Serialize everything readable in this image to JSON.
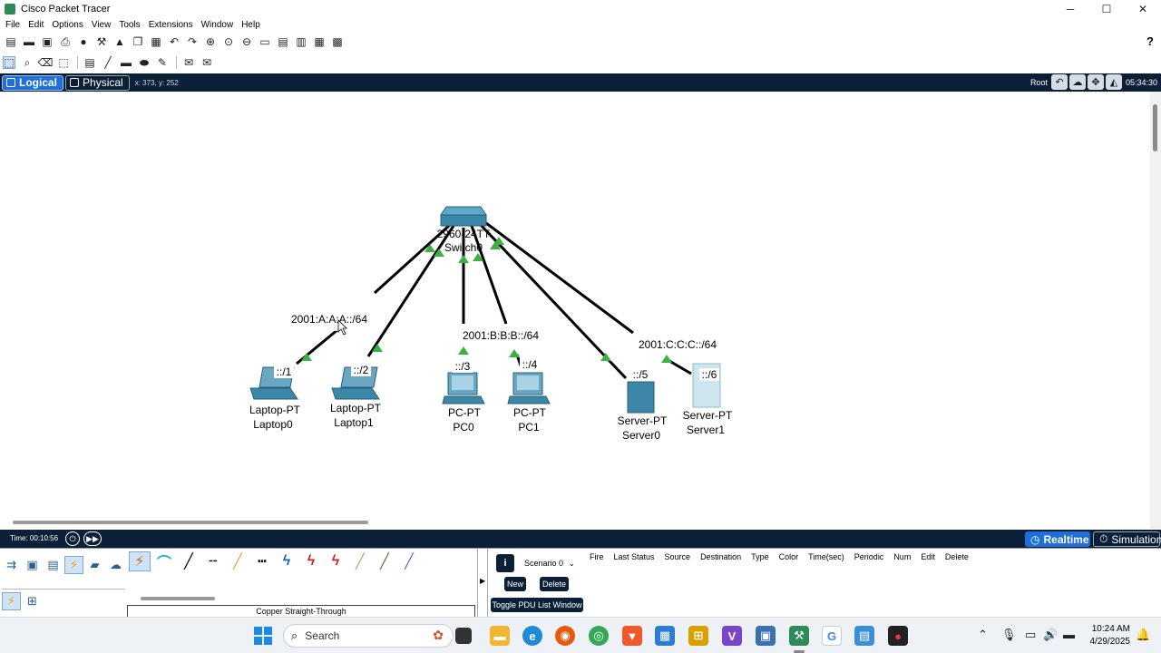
{
  "window": {
    "title": "Cisco Packet Tracer",
    "minimize": "─",
    "maximize": "☐",
    "close": "✕"
  },
  "menu": [
    "File",
    "Edit",
    "Options",
    "View",
    "Tools",
    "Extensions",
    "Window",
    "Help"
  ],
  "toolbar": {
    "main_icons": [
      "new-icon",
      "open-icon",
      "save-icon",
      "print-icon",
      "info-icon",
      "wizard-icon",
      "network-info-icon",
      "copy-icon",
      "paste-icon",
      "undo-icon",
      "redo-icon",
      "zoom-in-icon",
      "zoom-reset-icon",
      "zoom-out-icon",
      "drawing-palette-icon",
      "custom-devices-icon",
      "viewport-icon",
      "packet-filter-icon",
      "screenshot-icon"
    ],
    "help_label": "?",
    "edit_tools": [
      "select-icon",
      "inspect-icon",
      "delete-icon",
      "resize-icon",
      "note-icon",
      "line-icon",
      "rectangle-icon",
      "ellipse-icon",
      "freeform-icon",
      "simple-pdu-icon",
      "complex-pdu-icon"
    ]
  },
  "modebar": {
    "logical_label": "Logical",
    "physical_label": "Physical",
    "coords": "x: 373, y: 252",
    "root_label": "Root",
    "clock": "05:34:30"
  },
  "topology": {
    "switch": {
      "model": "2960-24TT",
      "name": "Switch0"
    },
    "devices": [
      {
        "model": "Laptop-PT",
        "name": "Laptop0",
        "addr": "::/1",
        "kind": "laptop"
      },
      {
        "model": "Laptop-PT",
        "name": "Laptop1",
        "addr": "::/2",
        "kind": "laptop"
      },
      {
        "model": "PC-PT",
        "name": "PC0",
        "addr": "::/3",
        "kind": "pc"
      },
      {
        "model": "PC-PT",
        "name": "PC1",
        "addr": "::/4",
        "kind": "pc"
      },
      {
        "model": "Server-PT",
        "name": "Server0",
        "addr": "::/5",
        "kind": "server"
      },
      {
        "model": "Server-PT",
        "name": "Server1",
        "addr": "::/6",
        "kind": "server"
      }
    ],
    "subnet_labels": [
      "2001:A:A:A::/64",
      "2001:B:B:B::/64",
      "2001:C:C:C::/64"
    ],
    "link_color": "#000000",
    "link_up_color": "#3cb043"
  },
  "status": {
    "time": "Time: 00:10:56",
    "realtime_label": "Realtime",
    "simulation_label": "Simulation"
  },
  "bottom": {
    "device_categories": [
      "network-devices-icon",
      "end-devices-icon",
      "components-icon",
      "connections-icon",
      "misc-icon",
      "multiuser-icon"
    ],
    "connection_types": [
      "auto-connection-icon",
      "console-cable-icon",
      "straight-through-icon",
      "crossover-icon",
      "fiber-icon",
      "phone-cable-icon",
      "coaxial-icon",
      "serial-dce-icon",
      "serial-dte-icon",
      "octal-cable-icon",
      "iot-custom-cable-icon",
      "usb-cable-icon"
    ],
    "selected_cable_label": "Copper Straight-Through",
    "scenario": "Scenario 0",
    "new_label": "New",
    "delete_label": "Delete",
    "toggle_label": "Toggle PDU List Window",
    "pdu_columns": [
      "Fire",
      "Last Status",
      "Source",
      "Destination",
      "Type",
      "Color",
      "Time(sec)",
      "Periodic",
      "Num",
      "Edit",
      "Delete"
    ]
  },
  "taskbar": {
    "search_placeholder": "Search",
    "time": "10:24 AM",
    "date": "4/29/2025"
  }
}
